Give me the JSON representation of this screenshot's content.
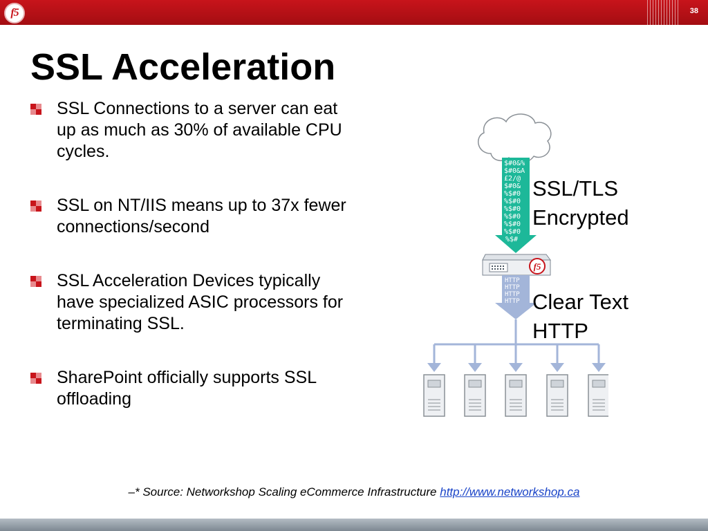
{
  "header": {
    "logo_text": "f5",
    "page_number": "38",
    "brand_color": "#c8141b"
  },
  "slide": {
    "title": "SSL Acceleration",
    "bullets": [
      "SSL Connections to a server can eat up as much as 30% of available CPU cycles.",
      "SSL on NT/IIS means up to 37x fewer connections/second",
      "SSL Acceleration Devices typically have specialized ASIC processors for terminating SSL.",
      "SharePoint officially supports SSL offloading"
    ]
  },
  "diagram": {
    "encrypted_label_1": "SSL/TLS",
    "encrypted_label_2": "Encrypted",
    "clear_label_1": "Clear Text",
    "clear_label_2": "HTTP",
    "encrypted_color": "#1db899",
    "clear_color": "#a3b5d9",
    "server_count": 5,
    "device_logo": "f5",
    "icons": [
      "cloud-icon",
      "load-balancer-icon",
      "server-icon"
    ]
  },
  "footer": {
    "prefix": "–* Source: Networkshop Scaling eCommerce Infrastructure ",
    "link": "http://www.networkshop.ca"
  }
}
